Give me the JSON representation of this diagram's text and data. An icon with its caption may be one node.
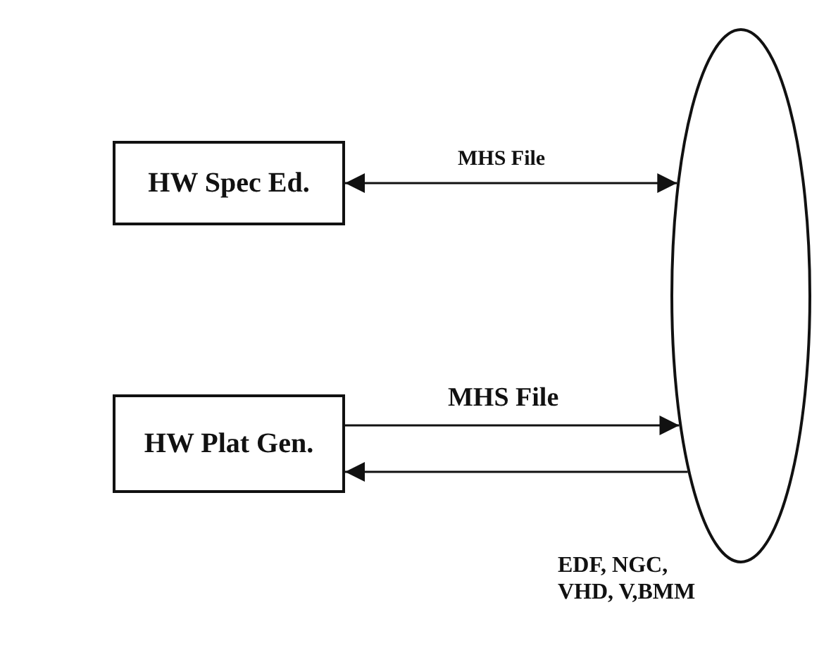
{
  "diagram": {
    "nodes": [
      {
        "text": [
          "HW Spec Ed."
        ]
      },
      {
        "text": [
          "HW Plat Gen."
        ]
      },
      {
        "text": [],
        "shape": "ellipse"
      }
    ],
    "edges": [
      {
        "from": 0,
        "to": 2,
        "arrow": "both",
        "label": "MHS File"
      },
      {
        "from": 1,
        "to": 2,
        "arrow": "to",
        "label": "MHS File"
      },
      {
        "from": 2,
        "to": 1,
        "arrow": "to",
        "label": "EDF, NGC, VHD, V,BMM"
      }
    ]
  }
}
